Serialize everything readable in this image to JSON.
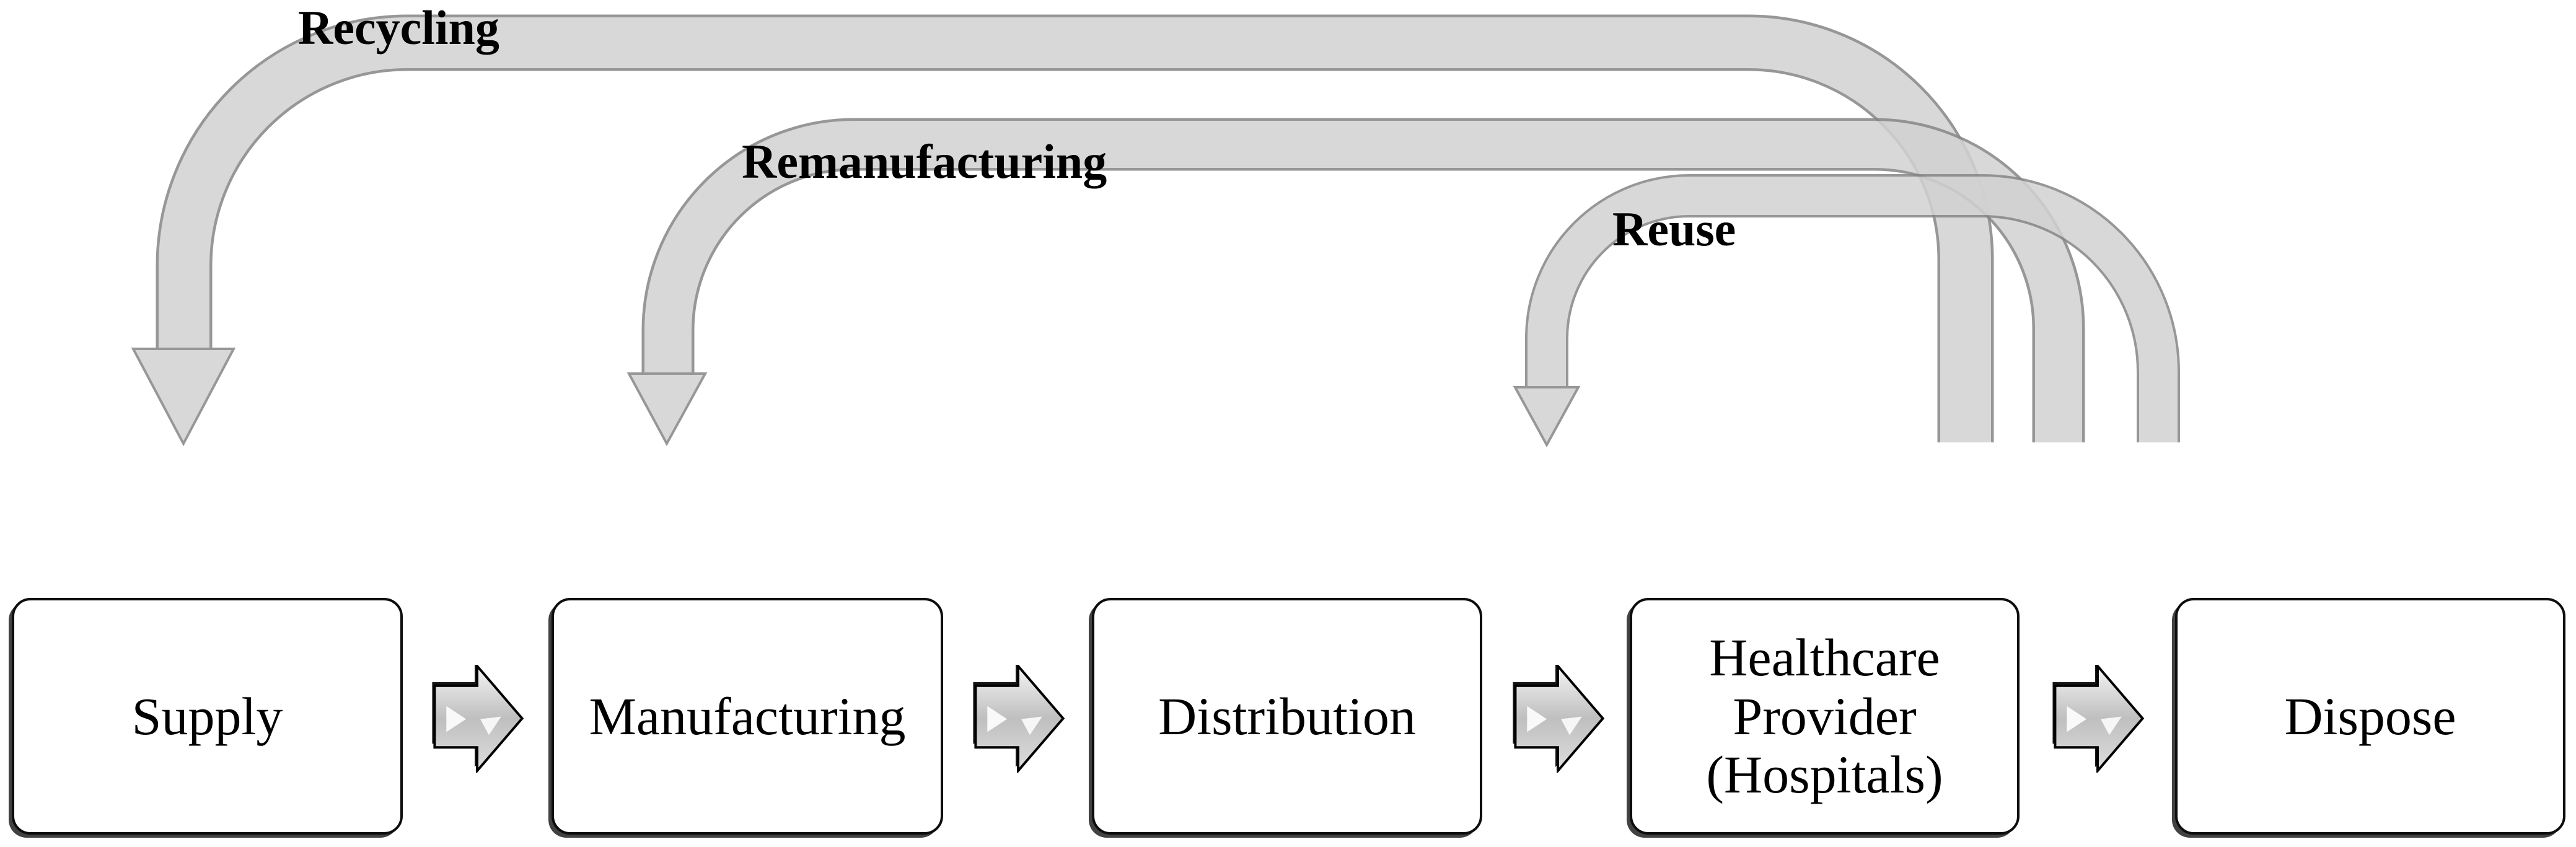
{
  "diagram": {
    "type": "process-flow-with-reverse-logistics",
    "background": "#ffffff"
  },
  "colors": {
    "ribbon_fill": "#d2d2d2",
    "ribbon_outline": "#868686",
    "box_border": "#0d0d0d",
    "text": "#000000",
    "chevron_outline": "#000000"
  },
  "process_nodes": [
    {
      "label": "Supply"
    },
    {
      "label": "Manufacturing"
    },
    {
      "label": "Distribution"
    },
    {
      "label_lines": [
        "Healthcare",
        "Provider",
        "(Hospitals)"
      ]
    },
    {
      "label": "Dispose"
    }
  ],
  "forward_connectors": [
    {
      "icon": "chevron-right-arrow-icon"
    },
    {
      "icon": "chevron-right-arrow-icon"
    },
    {
      "icon": "chevron-right-arrow-icon"
    },
    {
      "icon": "chevron-right-arrow-icon"
    }
  ],
  "return_flows": [
    {
      "label": "Recycling",
      "target": "Supply"
    },
    {
      "label": "Remanufacturing",
      "target": "Manufacturing"
    },
    {
      "label": "Reuse",
      "target": "Distribution"
    }
  ]
}
